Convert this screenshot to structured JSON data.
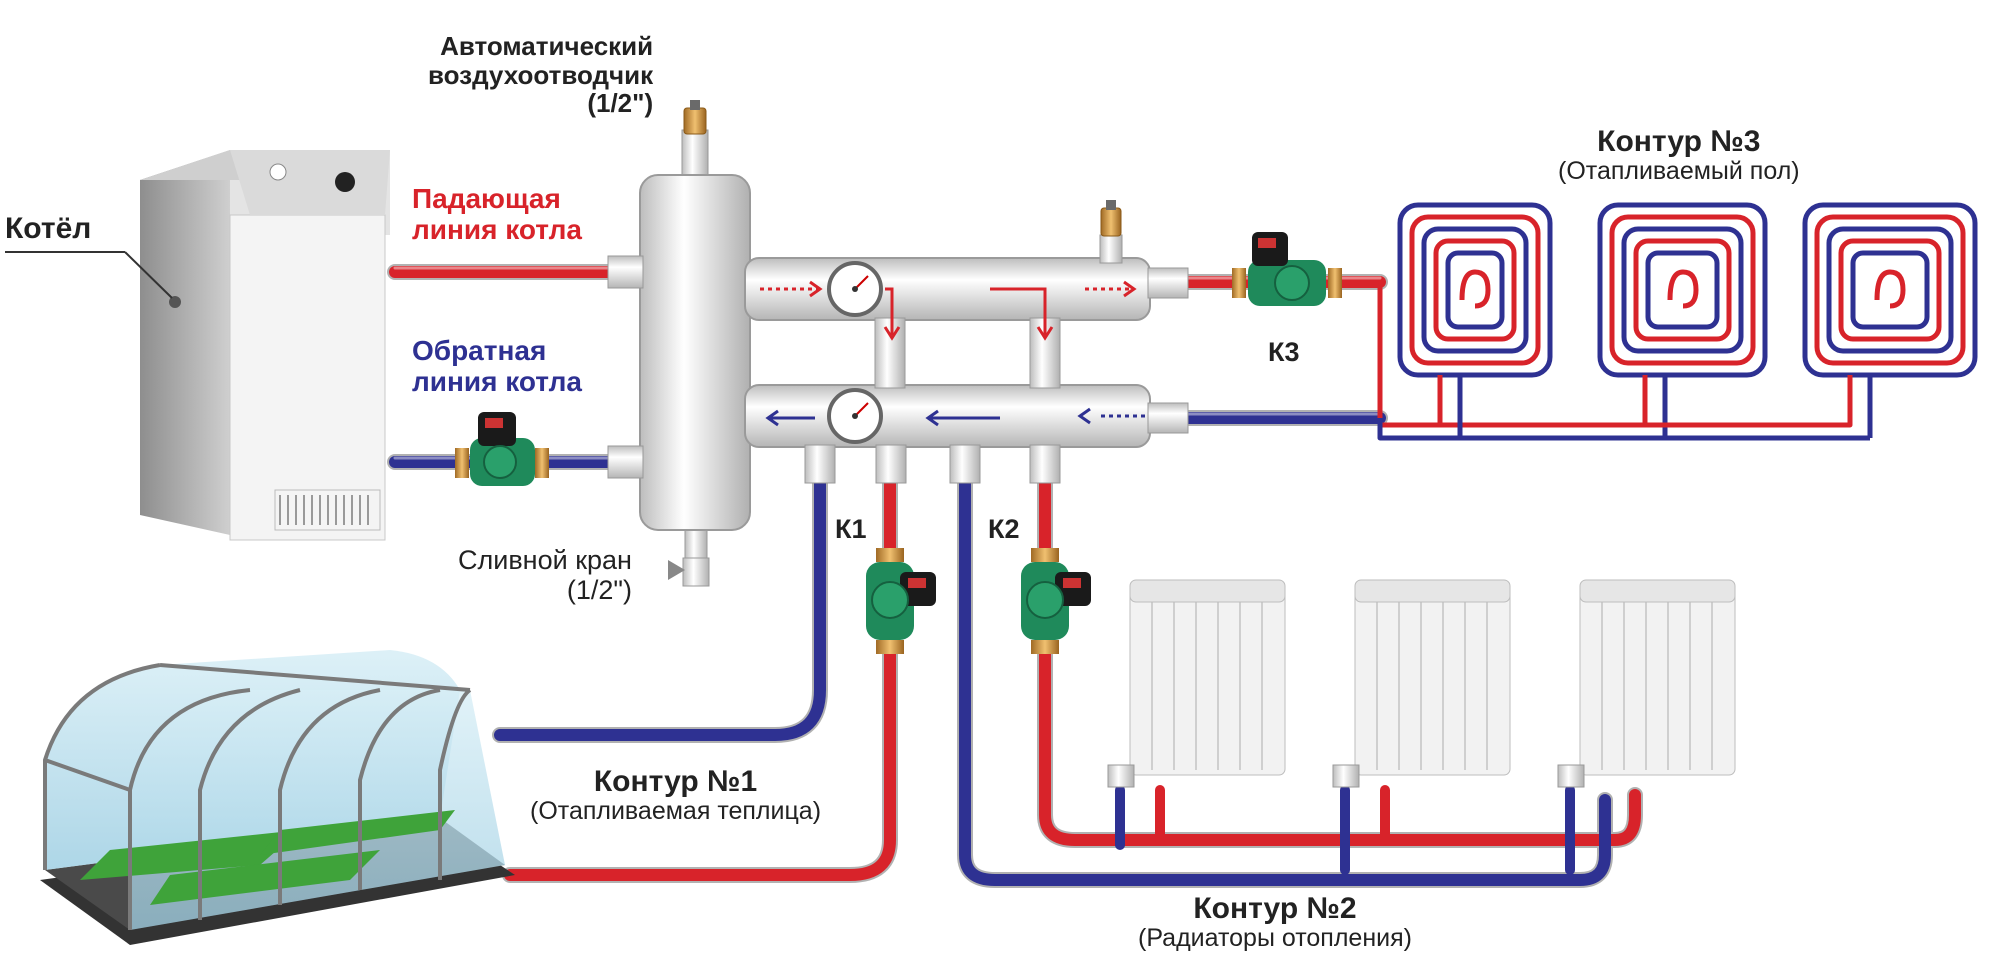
{
  "labels": {
    "boiler": "Котёл",
    "air_vent": [
      "Автоматический",
      "воздухоотводчик",
      "(1/2\")"
    ],
    "supply_line": [
      "Падающая",
      "линия котла"
    ],
    "return_line": [
      "Обратная",
      "линия котла"
    ],
    "drain_valve": [
      "Сливной кран",
      "(1/2\")"
    ],
    "pump_k1": "К1",
    "pump_k2": "К2",
    "pump_k3": "К3",
    "circuit1": {
      "title": "Контур №1",
      "subtitle": "(Отапливаемая теплица)"
    },
    "circuit2": {
      "title": "Контур №2",
      "subtitle": "(Радиаторы отопления)"
    },
    "circuit3": {
      "title": "Контур №3",
      "subtitle": "(Отапливаемый пол)"
    }
  },
  "colors": {
    "supply": "#d8232a",
    "return": "#2e3192",
    "pipe_outline": "#8a1015",
    "metal": "#dcdcdc",
    "pump_green": "#1f8a5b"
  }
}
